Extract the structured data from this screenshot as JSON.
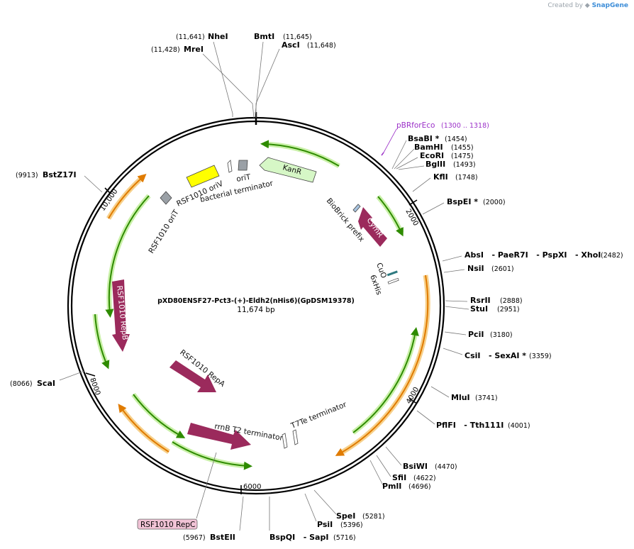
{
  "branding": {
    "prefix": "Created by",
    "name": "SnapGene",
    "icon": "snapgene-logo-icon"
  },
  "plasmid": {
    "name": "pXD80ENSF27-Pct3-(+)-Eldh2(nHis6)(GpDSM19378)",
    "length_label": "11,674 bp"
  },
  "primer": {
    "name": "pBRforEco",
    "range": "(1300 .. 1318)",
    "color": "#9b30c8"
  },
  "ticks": [
    "2000",
    "4000",
    "6000",
    "8000",
    "10,000"
  ],
  "sites": [
    {
      "id": "nhei",
      "name": "NheI",
      "pos": "(11,641)"
    },
    {
      "id": "bmti",
      "name": "BmtI",
      "pos": "(11,645)"
    },
    {
      "id": "asci",
      "name": "AscI",
      "pos": "(11,648)"
    },
    {
      "id": "mrei",
      "name": "MreI",
      "pos": "(11,428)"
    },
    {
      "id": "bsabi",
      "name": "BsaBI *",
      "pos": "(1454)"
    },
    {
      "id": "bamhi",
      "name": "BamHI",
      "pos": "(1455)"
    },
    {
      "id": "ecori",
      "name": "EcoRI",
      "pos": "(1475)"
    },
    {
      "id": "bglii",
      "name": "BglII",
      "pos": "(1493)"
    },
    {
      "id": "kfli",
      "name": "KflI",
      "pos": "(1748)"
    },
    {
      "id": "bspei",
      "name": "BspEI *",
      "pos": "(2000)"
    },
    {
      "id": "absi",
      "name": "AbsI   - PaeR7I   - PspXI   - XhoI",
      "pos": "(2482)"
    },
    {
      "id": "nsii",
      "name": "NsiI",
      "pos": "(2601)"
    },
    {
      "id": "rsrii",
      "name": "RsrII",
      "pos": "(2888)"
    },
    {
      "id": "stui",
      "name": "StuI",
      "pos": "(2951)"
    },
    {
      "id": "pcii",
      "name": "PciI",
      "pos": "(3180)"
    },
    {
      "id": "csii",
      "name": "CsiI   - SexAI *",
      "pos": "(3359)"
    },
    {
      "id": "mlui",
      "name": "MluI",
      "pos": "(3741)"
    },
    {
      "id": "pflfi",
      "name": "PflFI   - Tth111I",
      "pos": "(4001)"
    },
    {
      "id": "bsiwi",
      "name": "BsiWI",
      "pos": "(4470)"
    },
    {
      "id": "sfii",
      "name": "SfiI",
      "pos": "(4622)"
    },
    {
      "id": "pmli",
      "name": "PmlI",
      "pos": "(4696)"
    },
    {
      "id": "spei",
      "name": "SpeI",
      "pos": "(5281)"
    },
    {
      "id": "psii",
      "name": "PsiI",
      "pos": "(5396)"
    },
    {
      "id": "bspqi",
      "name": "BspQI   - SapI",
      "pos": "(5716)"
    },
    {
      "id": "bsteii",
      "name": "BstEII",
      "pos": "(5967)"
    },
    {
      "id": "scai",
      "name": "ScaI",
      "pos": "(8066)"
    },
    {
      "id": "bstz17i",
      "name": "BstZ17I",
      "pos": "(9913)"
    }
  ],
  "features": [
    {
      "id": "kanr",
      "label": "KanR"
    },
    {
      "id": "cymr",
      "label": "CymR"
    },
    {
      "id": "rsf-repb",
      "label": "RSF1010 RepB"
    },
    {
      "id": "rsf-repa",
      "label": "RSF1010 RepA"
    },
    {
      "id": "rrnb-t2",
      "label": "rrnB T2 terminator"
    },
    {
      "id": "t7te",
      "label": "T7Te terminator"
    },
    {
      "id": "rsf-oriv",
      "label": "RSF1010 oriV"
    },
    {
      "id": "orit",
      "label": "oriT"
    },
    {
      "id": "bact-term",
      "label": "bacterial terminator"
    },
    {
      "id": "rsf-orit",
      "label": "RSF1010 oriT"
    },
    {
      "id": "biobrick",
      "label": "BioBrick prefix"
    },
    {
      "id": "cuo",
      "label": "CuO"
    },
    {
      "id": "his6",
      "label": "6xHis"
    },
    {
      "id": "rsf-repc",
      "label": "RSF1010 RepC"
    }
  ],
  "colors": {
    "ring": "#000000",
    "orf_green": "#2e8b00",
    "orf_orange": "#e07b00",
    "feature_maroon": "#9b2a5c",
    "kanr_fill": "#d6f7c6",
    "oriv_fill": "#ffff00",
    "repc_fill": "#f1c3d6",
    "cuo_fill": "#2f7a80"
  }
}
